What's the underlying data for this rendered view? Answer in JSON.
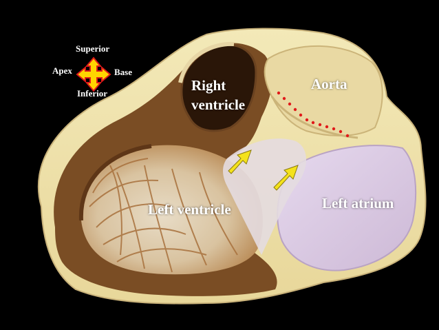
{
  "orientation": {
    "superior": "Superior",
    "apex": "Apex",
    "base": "Base",
    "inferior": "Inferior",
    "icon": "four-way-arrow-icon",
    "icon_colors": {
      "fill": "#ffd400",
      "stroke": "#e01a1a"
    }
  },
  "labels": {
    "right_ventricle_line1": "Right",
    "right_ventricle_line2": "ventricle",
    "aorta": "Aorta",
    "left_ventricle": "Left ventricle",
    "left_atrium": "Left atrium"
  },
  "colors": {
    "background": "#000000",
    "label_text": "#ffffff",
    "pointer_arrow": "#f4e21c",
    "dotted_line": "#e01a1a"
  }
}
